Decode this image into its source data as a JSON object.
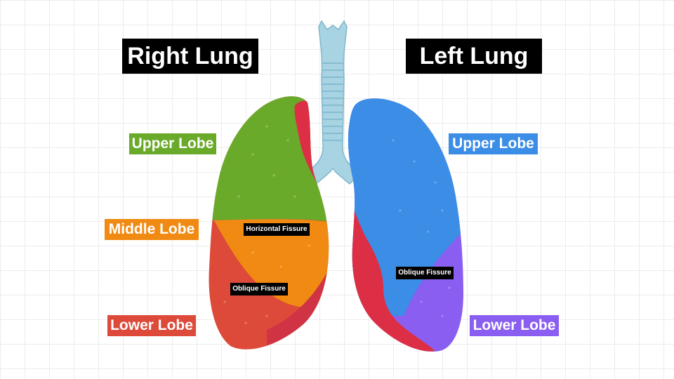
{
  "titles": {
    "right_lung": "Right Lung",
    "left_lung": "Left Lung"
  },
  "right_labels": {
    "upper": "Upper Lobe",
    "middle": "Middle Lobe",
    "lower": "Lower Lobe"
  },
  "left_labels": {
    "upper": "Upper Lobe",
    "lower": "Lower Lobe"
  },
  "fissures": {
    "horizontal": "Horizontal Fissure",
    "right_oblique": "Oblique Fissure",
    "left_oblique": "Oblique Fissure"
  },
  "colors": {
    "upper_right": "#6aaa2a",
    "middle": "#f08a12",
    "lower_right": "#dd4a3a",
    "upper_left": "#3b8de6",
    "lower_left": "#8a5ef0",
    "mediastinal": "#dc2f45",
    "trachea": "#a7d3e3"
  }
}
